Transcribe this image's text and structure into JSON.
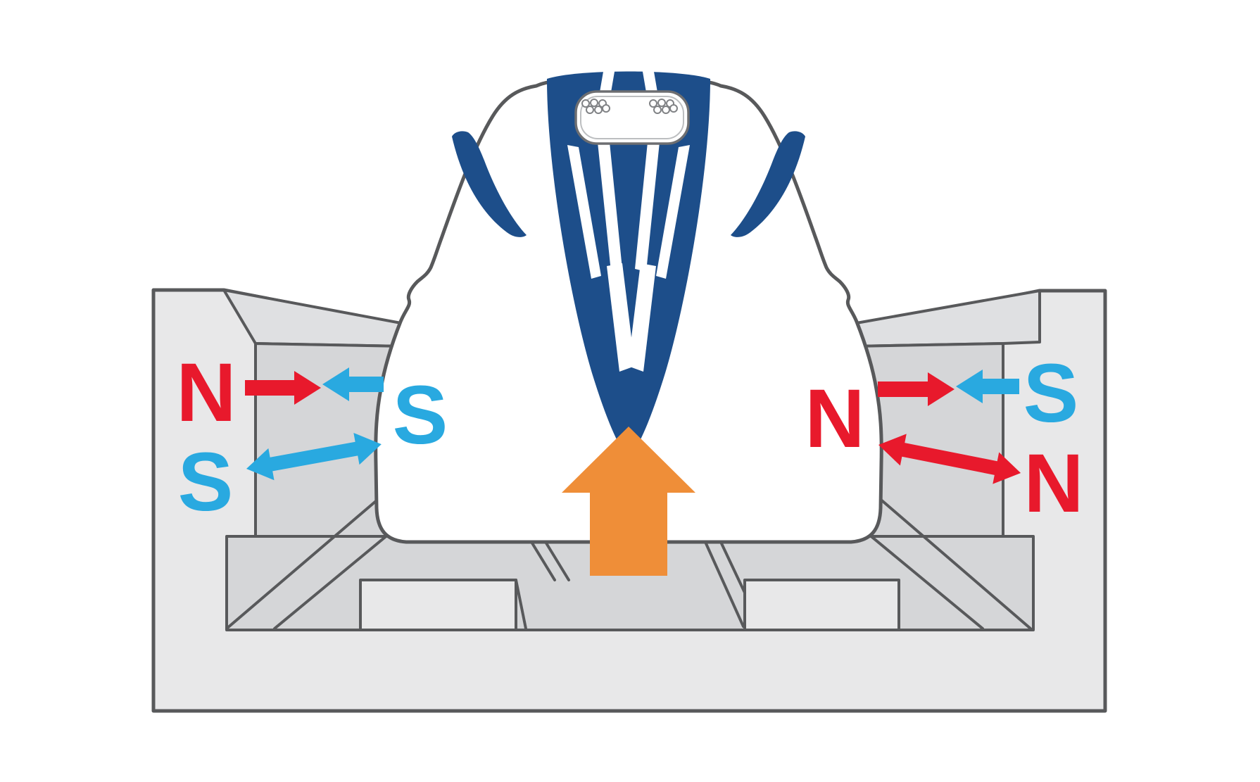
{
  "diagram": {
    "title": "Maglev train levitation cross-section diagram",
    "labels": {
      "left_wall_top": "N",
      "left_wall_bottom": "S",
      "train_left": "S",
      "train_right": "N",
      "right_wall_top": "S",
      "right_wall_bottom": "N"
    },
    "forces": {
      "upper_left": "attraction between guideway N and train S",
      "lower_left": "repulsion between like S poles",
      "upper_right": "attraction between train N and guideway S",
      "lower_right": "repulsion between like N poles",
      "center": "upward levitation force"
    },
    "colors": {
      "north_red": "#e8192c",
      "south_blue": "#29a9e0",
      "levitation_orange": "#ef8e38",
      "train_livery_navy": "#1d4e8a",
      "outline_gray": "#58595b",
      "guideway_light": "#e8e8e9",
      "guideway_bevel": "#dfe0e2",
      "guideway_face": "#d5d6d8"
    }
  }
}
